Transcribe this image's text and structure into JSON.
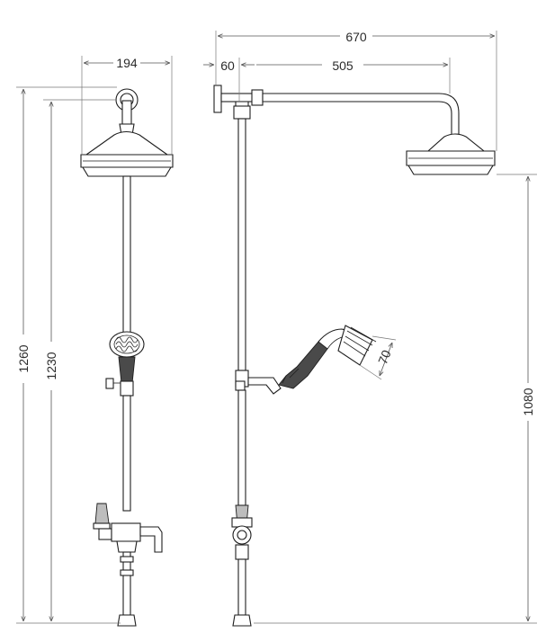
{
  "dimensions": {
    "head_width": "194",
    "overall_projection": "670",
    "wall_offset": "60",
    "arm_length": "505",
    "total_height": "1260",
    "riser_height": "1230",
    "head_height": "1080",
    "handset_diameter": "70"
  }
}
